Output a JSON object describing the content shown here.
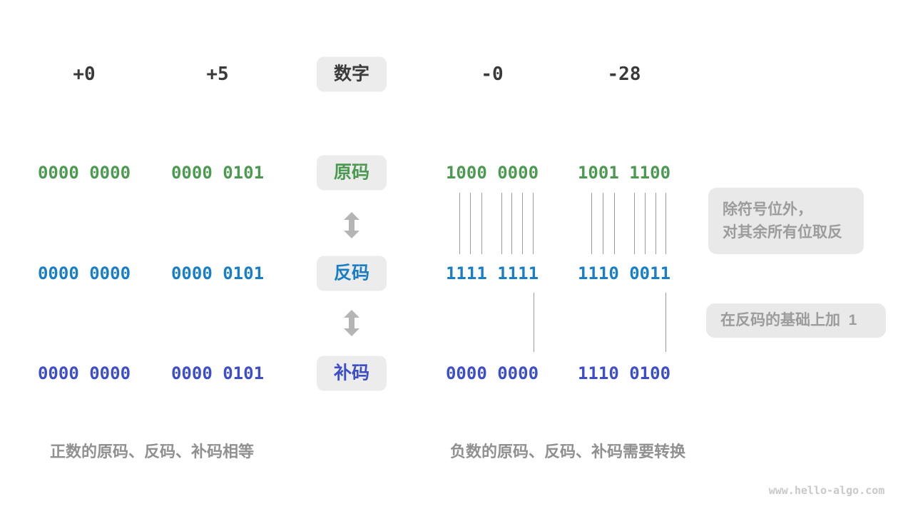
{
  "figure": {
    "topic": "sign-magnitude / ones-complement / twos-complement conversion diagram",
    "palette": {
      "original_code_green": "#4c9a52",
      "ones_complement_blue": "#1a7ec6",
      "twos_complement_indigo": "#3d4ec9",
      "header_dark": "#3b3b3b",
      "badge_background": "#ececec",
      "note_background": "#e9e9e9",
      "note_text": "#9c9c9c",
      "caption_gray": "#909090",
      "connector_line": "#9a9a9a",
      "arrow_gray": "#b5b5b5",
      "watermark_gray": "#c9c9c9"
    }
  },
  "header": {
    "label": "数字",
    "values": [
      "+0",
      "+5",
      "-0",
      "-28"
    ]
  },
  "rows": [
    {
      "label": "原码",
      "values": [
        "0000 0000",
        "0000 0101",
        "1000 0000",
        "1001 1100"
      ]
    },
    {
      "label": "反码",
      "values": [
        "0000 0000",
        "0000 0101",
        "1111 1111",
        "1110 0011"
      ]
    },
    {
      "label": "补码",
      "values": [
        "0000 0000",
        "0000 0101",
        "0000 0000",
        "1110 0100"
      ]
    }
  ],
  "annotations": {
    "invert_line1": "除符号位外，",
    "invert_line2": "对其余所有位取反",
    "add_one": "在反码的基础上加  1"
  },
  "captions": {
    "positive": "正数的原码、反码、补码相等",
    "negative": "负数的原码、反码、补码需要转换"
  },
  "watermark": "www.hello-algo.com"
}
